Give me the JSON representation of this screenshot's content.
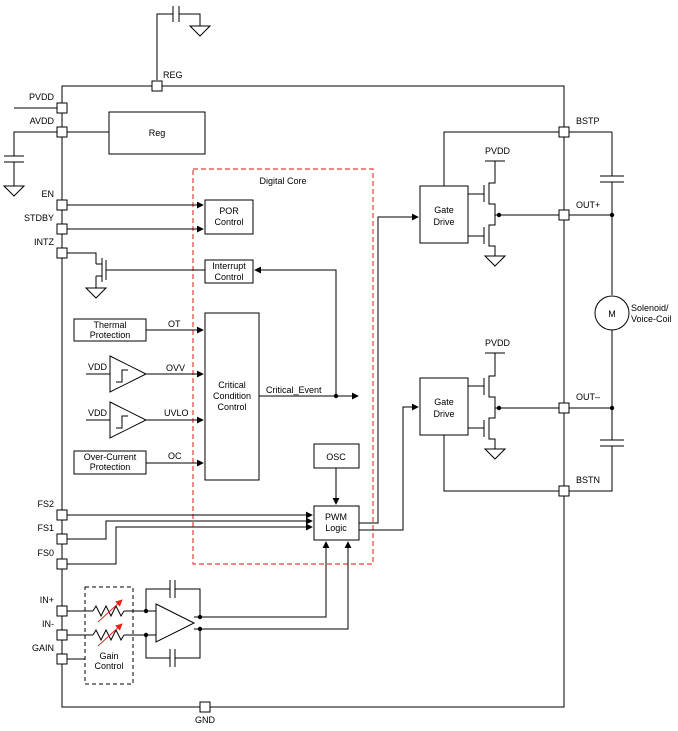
{
  "pins": {
    "pvdd": "PVDD",
    "avdd": "AVDD",
    "en": "EN",
    "stdby": "STDBY",
    "intz": "INTZ",
    "fs2": "FS2",
    "fs1": "FS1",
    "fs0": "FS0",
    "in_plus": "IN+",
    "in_minus": "IN-",
    "gain": "GAIN",
    "gnd": "GND",
    "reg": "REG",
    "bstp": "BSTP",
    "out_plus": "OUT+",
    "out_minus": "OUT–",
    "bstn": "BSTN"
  },
  "blocks": {
    "reg": "Reg",
    "digital_core": "Digital Core",
    "por_line1": "POR",
    "por_line2": "Control",
    "interrupt_line1": "Interrupt",
    "interrupt_line2": "Control",
    "thermal_line1": "Thermal",
    "thermal_line2": "Protection",
    "overcurrent_line1": "Over-Current",
    "overcurrent_line2": "Protection",
    "critical_line1": "Critical",
    "critical_line2": "Condition",
    "critical_line3": "Control",
    "osc": "OSC",
    "pwm_line1": "PWM",
    "pwm_line2": "Logic",
    "gate_drive_line1": "Gate",
    "gate_drive_line2": "Drive",
    "gain_control_line1": "Gain",
    "gain_control_line2": "Control",
    "motor_symbol": "M",
    "load_line1": "Solenoid/",
    "load_line2": "Voice-Coil"
  },
  "signals": {
    "ot": "OT",
    "ovv": "OVV",
    "uvlo": "UVLO",
    "oc": "OC",
    "critical_event": "Critical_Event",
    "vdd": "VDD",
    "pvdd": "PVDD"
  }
}
